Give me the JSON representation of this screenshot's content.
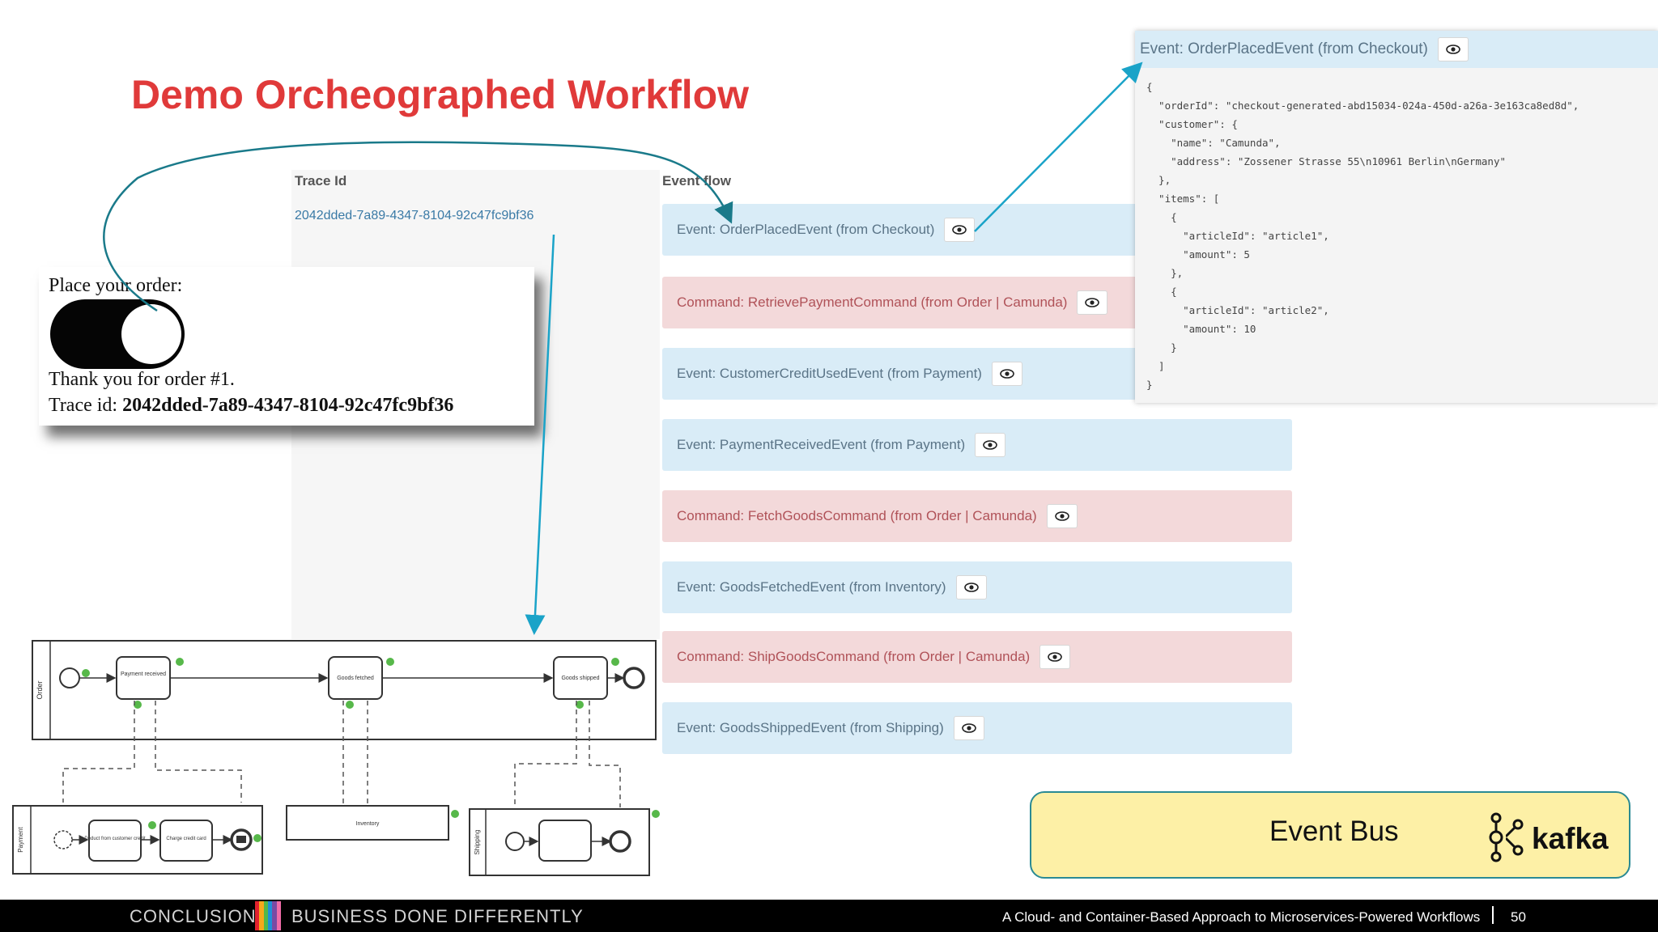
{
  "slide": {
    "title": "Demo Orcheographed Workflow",
    "page_number": "50"
  },
  "trace_table": {
    "trace_header": "Trace Id",
    "flow_header": "Event flow",
    "trace_id": "2042dded-7a89-4347-8104-92c47fc9bf36",
    "rows": [
      {
        "kind": "event",
        "label": "Event: OrderPlacedEvent (from Checkout)"
      },
      {
        "kind": "command",
        "label": "Command: RetrievePaymentCommand (from Order | Camunda)"
      },
      {
        "kind": "event",
        "label": "Event: CustomerCreditUsedEvent (from Payment)"
      },
      {
        "kind": "event",
        "label": "Event: PaymentReceivedEvent (from Payment)"
      },
      {
        "kind": "command",
        "label": "Command: FetchGoodsCommand (from Order | Camunda)"
      },
      {
        "kind": "event",
        "label": "Event: GoodsFetchedEvent (from Inventory)"
      },
      {
        "kind": "command",
        "label": "Command: ShipGoodsCommand (from Order | Camunda)"
      },
      {
        "kind": "event",
        "label": "Event: GoodsShippedEvent (from Shipping)"
      }
    ]
  },
  "json_panel": {
    "header": "Event: OrderPlacedEvent (from Checkout)",
    "code": "{\n  \"orderId\": \"checkout-generated-abd15034-024a-450d-a26a-3e163ca8ed8d\",\n  \"customer\": {\n    \"name\": \"Camunda\",\n    \"address\": \"Zossener Strasse 55\\n10961 Berlin\\nGermany\"\n  },\n  \"items\": [\n    {\n      \"articleId\": \"article1\",\n      \"amount\": 5\n    },\n    {\n      \"articleId\": \"article2\",\n      \"amount\": 10\n    }\n  ]\n}"
  },
  "order_widget": {
    "prompt": "Place your order:",
    "thanks": "Thank you for order #1.",
    "trace_label": "Trace id: ",
    "trace_value": "2042dded-7a89-4347-8104-92c47fc9bf36",
    "toggle_on": true
  },
  "bpmn": {
    "order_pool": "Order",
    "payment_pool": "Payment",
    "shipping_pool": "Shipping",
    "inventory_label": "Inventory",
    "order_tasks": [
      "Payment received",
      "Goods fetched",
      "Goods shipped"
    ],
    "payment_tasks": [
      "Deduct from customer credit",
      "Charge credit card"
    ]
  },
  "event_bus": {
    "label": "Event Bus",
    "kafka": "kafka"
  },
  "footer": {
    "left": "CONCLUSION",
    "middle": "BUSINESS DONE DIFFERENTLY",
    "right": "A Cloud- and Container-Based Approach to Microservices-Powered Workflows",
    "stripe_colors": [
      "#e2212d",
      "#f7a81b",
      "#53b848",
      "#1f8fd8",
      "#7a4aa3",
      "#f06ca8"
    ]
  },
  "colors": {
    "title": "#e03a3a",
    "arrow_dark": "#1a7a8a",
    "arrow_light": "#1aa3c8",
    "event_bg": "#d9ecf7",
    "command_bg": "#f3d9da"
  }
}
